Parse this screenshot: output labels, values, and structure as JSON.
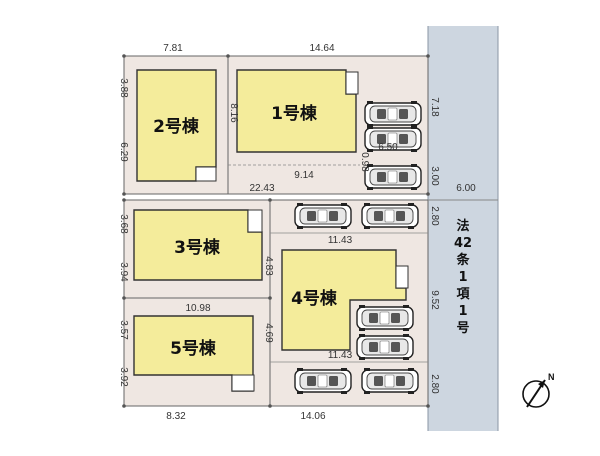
{
  "buildings": {
    "b1": "1号棟",
    "b2": "2号棟",
    "b3": "3号棟",
    "b4": "4号棟",
    "b5": "5号棟"
  },
  "road": {
    "width": "6.00",
    "label": [
      "法",
      "42",
      "条",
      "1",
      "項",
      "1",
      "号"
    ]
  },
  "dims": {
    "top_left": "7.81",
    "top_right": "14.64",
    "left_388": "3.88",
    "left_629": "6.29",
    "lot1_816": "8.16",
    "lot1_914": "9.14",
    "lot1_650": "6.50",
    "lot1_098": "0.98",
    "right_718": "7.18",
    "right_300": "3.00",
    "mid_2243": "22.43",
    "right_280a": "2.80",
    "left_368": "3.68",
    "left_394": "3.94",
    "lot4_1143_top": "11.43",
    "lot3_483": "4.83",
    "lot3_1098": "10.98",
    "right_952": "9.52",
    "left_357": "3.57",
    "left_392": "3.92",
    "lot5_469": "4.69",
    "lot4_1143_bottom": "11.43",
    "right_280b": "2.80",
    "bottom_832": "8.32",
    "bottom_1406": "14.06"
  },
  "north_mark": "N",
  "colors": {
    "land": "#efe7e2",
    "building": "#f4ec9b",
    "road": "#cdd6e0"
  }
}
